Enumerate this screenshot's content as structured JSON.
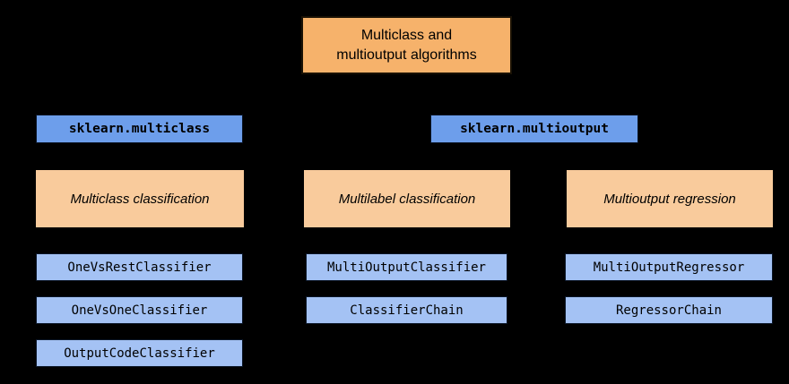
{
  "diagram": {
    "title": {
      "lines": [
        "Multiclass and",
        "multioutput algorithms"
      ]
    },
    "modules": [
      {
        "label": "sklearn.multiclass"
      },
      {
        "label": "sklearn.multioutput"
      }
    ],
    "columns": [
      {
        "category": "Multiclass classification",
        "classes": [
          "OneVsRestClassifier",
          "OneVsOneClassifier",
          "OutputCodeClassifier"
        ]
      },
      {
        "category": "Multilabel classification",
        "classes": [
          "MultiOutputClassifier",
          "ClassifierChain"
        ]
      },
      {
        "category": "Multioutput regression",
        "classes": [
          "MultiOutputRegressor",
          "RegressorChain"
        ]
      }
    ],
    "colors": {
      "background": "#000000",
      "title_fill": "#f6b26b",
      "category_fill": "#f9cb9c",
      "module_fill": "#6d9eeb",
      "class_fill": "#a4c2f4",
      "border": "#000000",
      "text": "#000000"
    }
  }
}
